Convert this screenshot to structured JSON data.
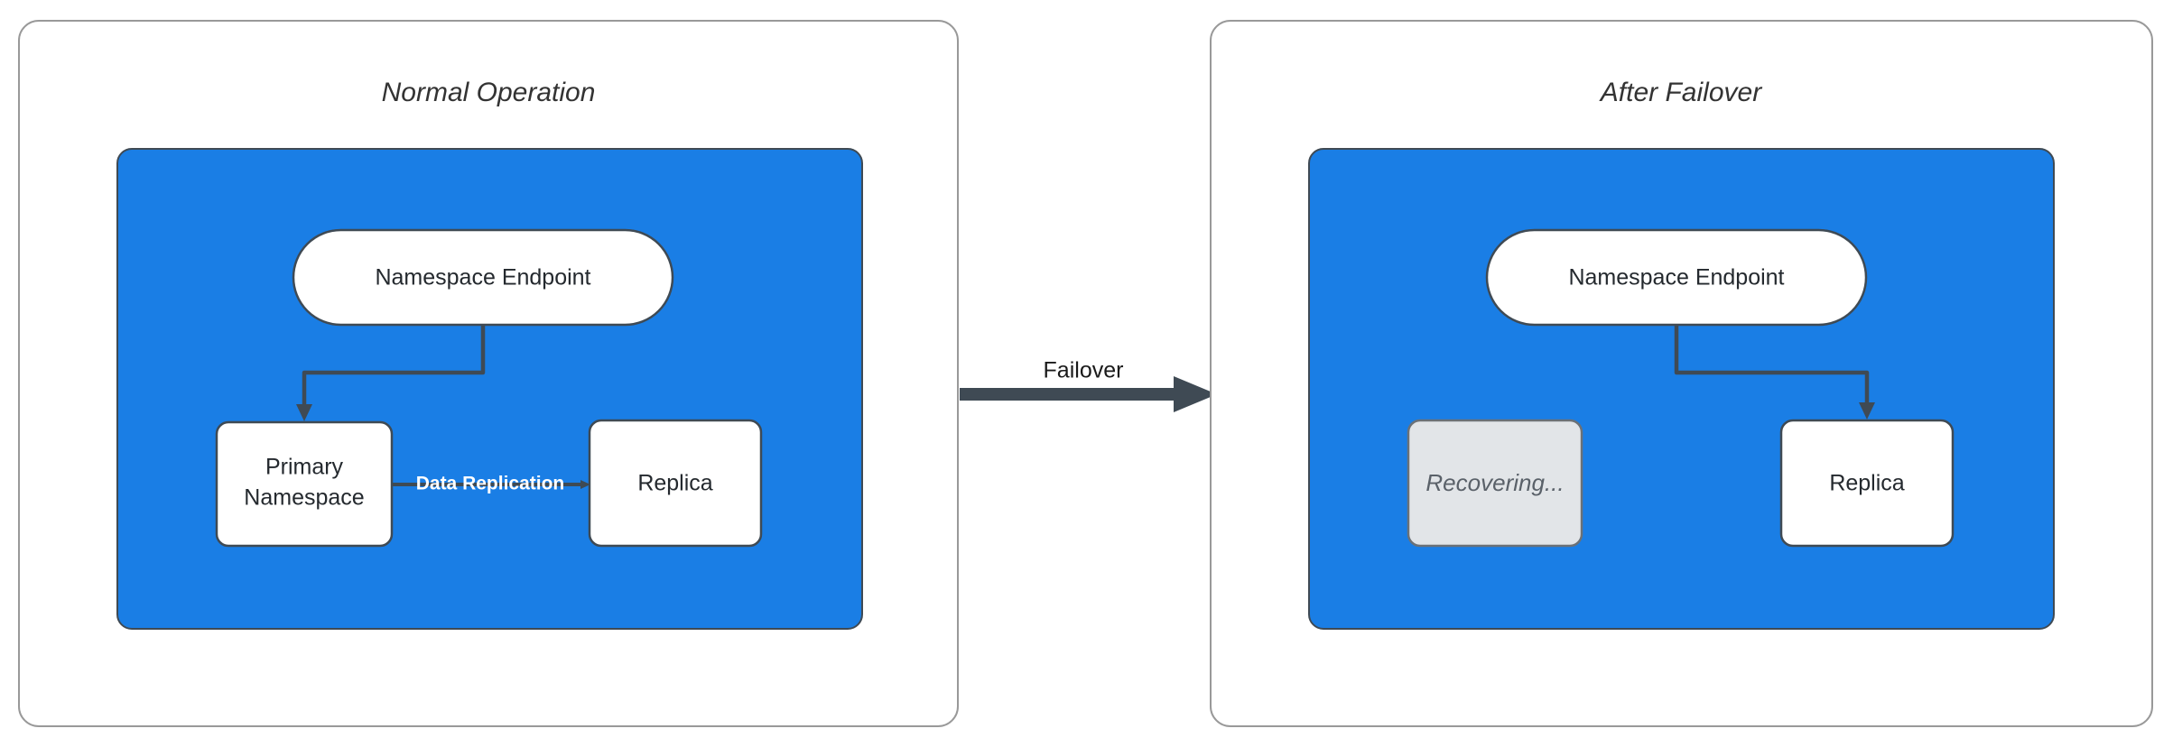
{
  "diagram": {
    "type": "architecture-flow",
    "background": "#ffffff",
    "accent_blue": "#1a7ee5",
    "stroke_dark": "#3f4a54",
    "muted_fill": "#e2e5e8",
    "muted_text": "#5a6169",
    "panels": [
      {
        "id": "normal-operation",
        "title": "Normal Operation",
        "nodes": [
          {
            "id": "endpoint-left",
            "label": "Namespace Endpoint",
            "shape": "pill",
            "state": "active"
          },
          {
            "id": "primary-namespace",
            "label": "Primary Namespace",
            "shape": "rounded-rect",
            "state": "active"
          },
          {
            "id": "replica-left",
            "label": "Replica",
            "shape": "rounded-rect",
            "state": "active"
          }
        ],
        "edges": [
          {
            "from": "endpoint-left",
            "to": "primary-namespace",
            "label": ""
          },
          {
            "from": "primary-namespace",
            "to": "replica-left",
            "label": "Data Replication"
          }
        ]
      },
      {
        "id": "after-failover",
        "title": "After Failover",
        "nodes": [
          {
            "id": "endpoint-right",
            "label": "Namespace Endpoint",
            "shape": "pill",
            "state": "active"
          },
          {
            "id": "recovering",
            "label": "Recovering...",
            "shape": "rounded-rect",
            "state": "muted"
          },
          {
            "id": "replica-right",
            "label": "Replica",
            "shape": "rounded-rect",
            "state": "active"
          }
        ],
        "edges": [
          {
            "from": "endpoint-right",
            "to": "replica-right",
            "label": ""
          }
        ]
      }
    ],
    "transition": {
      "label": "Failover",
      "from_panel": "normal-operation",
      "to_panel": "after-failover"
    }
  }
}
